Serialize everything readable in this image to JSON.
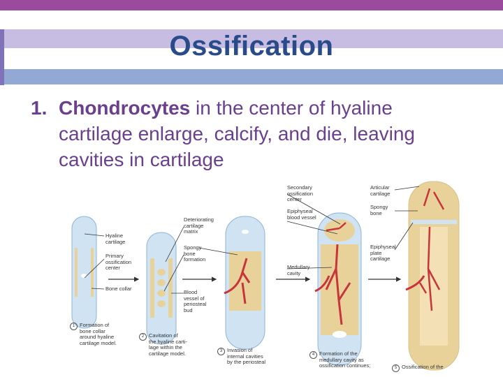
{
  "slide": {
    "title": "Ossification",
    "point_number": "1.",
    "point_strong": "Chondrocytes",
    "point_line1_rest": " in the center of hyaline",
    "point_line2": "cartilage enlarge, calcify, and die, leaving",
    "point_line3": "cavities in cartilage"
  },
  "figure": {
    "labels": {
      "hyaline_cartilage": "Hyaline\ncartilage",
      "primary_center": "Primary\nossification\ncenter",
      "bone_collar": "Bone collar",
      "deteriorating": "Deteriorating\ncartilage\nmatrix",
      "spongy_formation": "Spongy\nbone\nformation",
      "blood_vessel": "Blood\nvessel of\nperiosteal\nbud",
      "secondary_center": "Secondary\nossification\ncenter",
      "epiphyseal_vessel": "Epiphyseal\nblood vessel",
      "medullary_cavity": "Medullary\ncavity",
      "articular_cartilage": "Articular\ncartilage",
      "spongy_bone": "Spongy\nbone",
      "epiphyseal_plate": "Epiphyseal\nplate\ncartilage"
    },
    "captions": [
      {
        "num": "1",
        "text": "Formation of\nbone collar\naround hyaline\ncartilage model."
      },
      {
        "num": "2",
        "text": "Cavitation of\nthe hyaline carti-\nlage within the\ncartilage model."
      },
      {
        "num": "3",
        "text": "Invasion of\ninternal cavities\nby the periosteal"
      },
      {
        "num": "4",
        "text": "Formation of the\nmedullary cavity as\nossification continues;"
      },
      {
        "num": "5",
        "text": "Ossification of the"
      }
    ],
    "colors": {
      "cartilage": "#cfe3f3",
      "bone": "#e9d29a",
      "vessel": "#c8343a",
      "title": "#2a4b8a",
      "text": "#6a3f8e"
    }
  }
}
